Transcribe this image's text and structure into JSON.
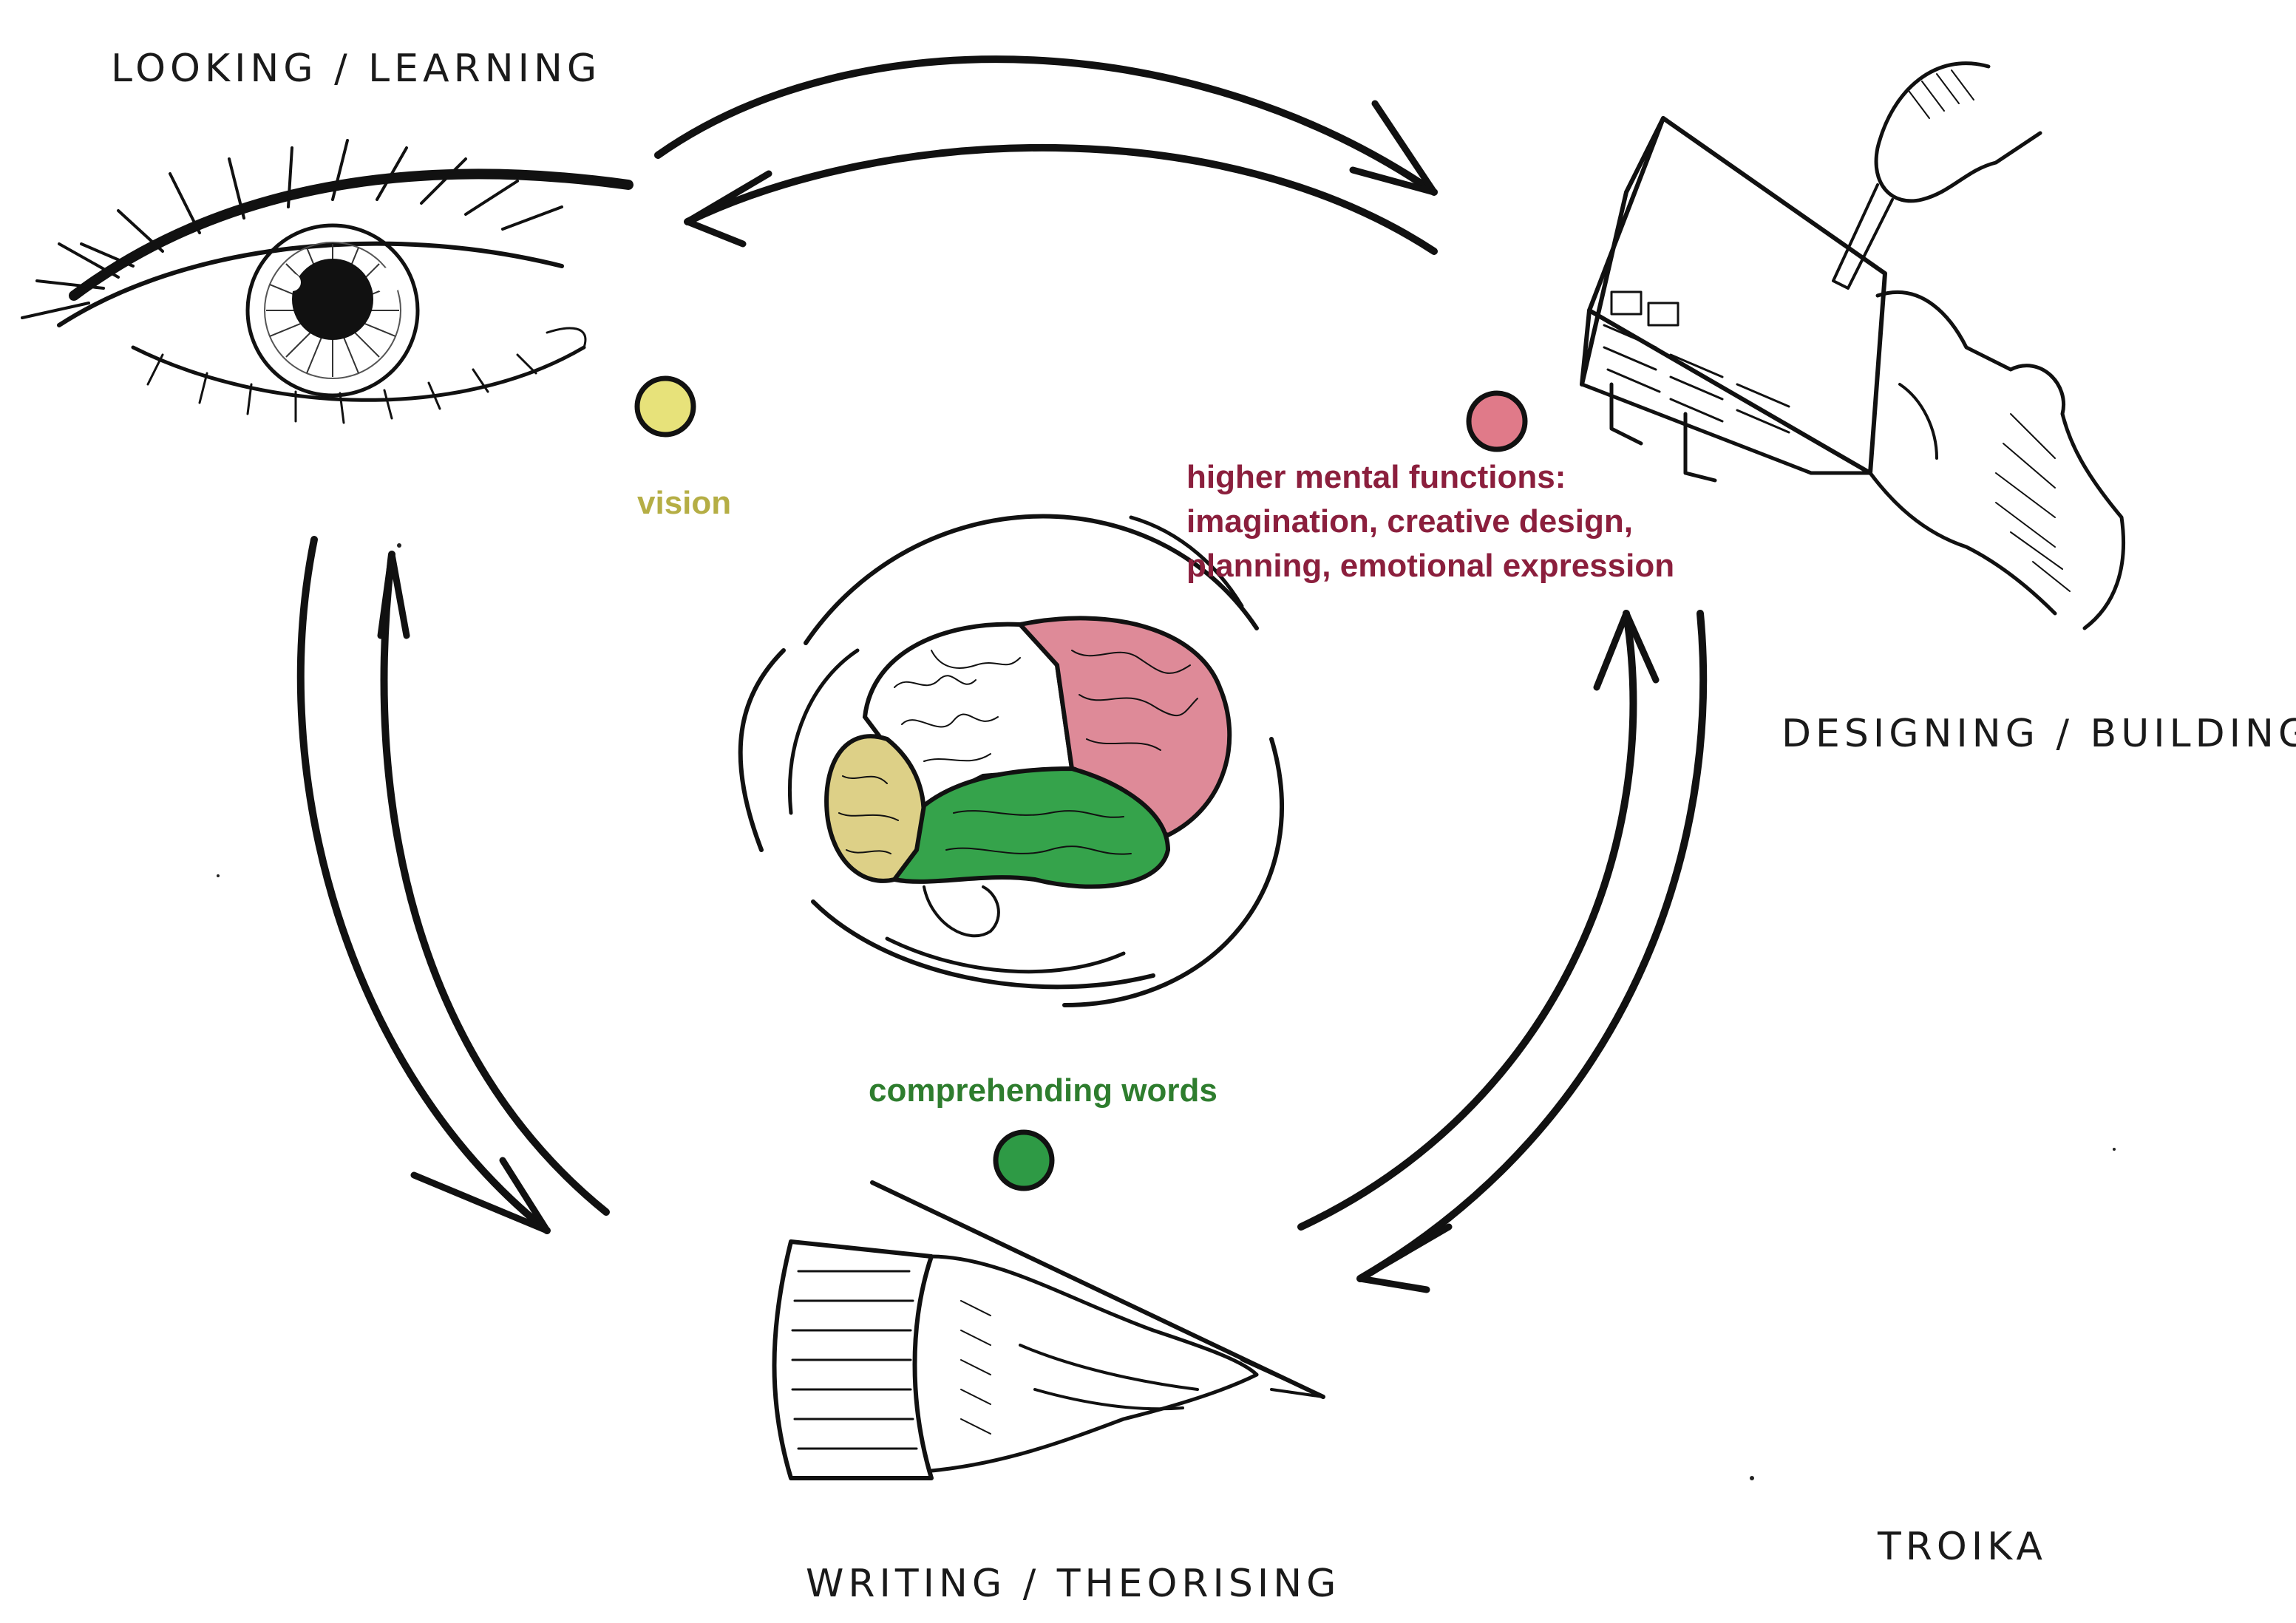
{
  "labels": {
    "looking": "LOOKING / LEARNING",
    "designing": "DESIGNING / BUILDING",
    "writing": "WRITING / THEORISING",
    "troika": "TROIKA"
  },
  "annotations": {
    "vision": "vision",
    "higher": [
      "higher mental functions:",
      "imagination, creative design,",
      "planning, emotional expression"
    ],
    "words": "comprehending words"
  },
  "colors": {
    "vision": "#b5ae45",
    "higher": "#8b1f3d",
    "words": "#2e7d2e",
    "dot_vision": "#e7e27a",
    "dot_higher": "#e07a89",
    "dot_words": "#2e9a45",
    "lobe_occipital": "#ddd087",
    "lobe_frontal": "#de8a98",
    "lobe_temporal": "#35a34b",
    "lobe_parietal": "#ffffff"
  },
  "icons": {
    "eye": "eye-drawing",
    "hands": "hands-building-model",
    "pen_hand": "hand-writing-with-pen",
    "brain": "brain-drawing"
  }
}
